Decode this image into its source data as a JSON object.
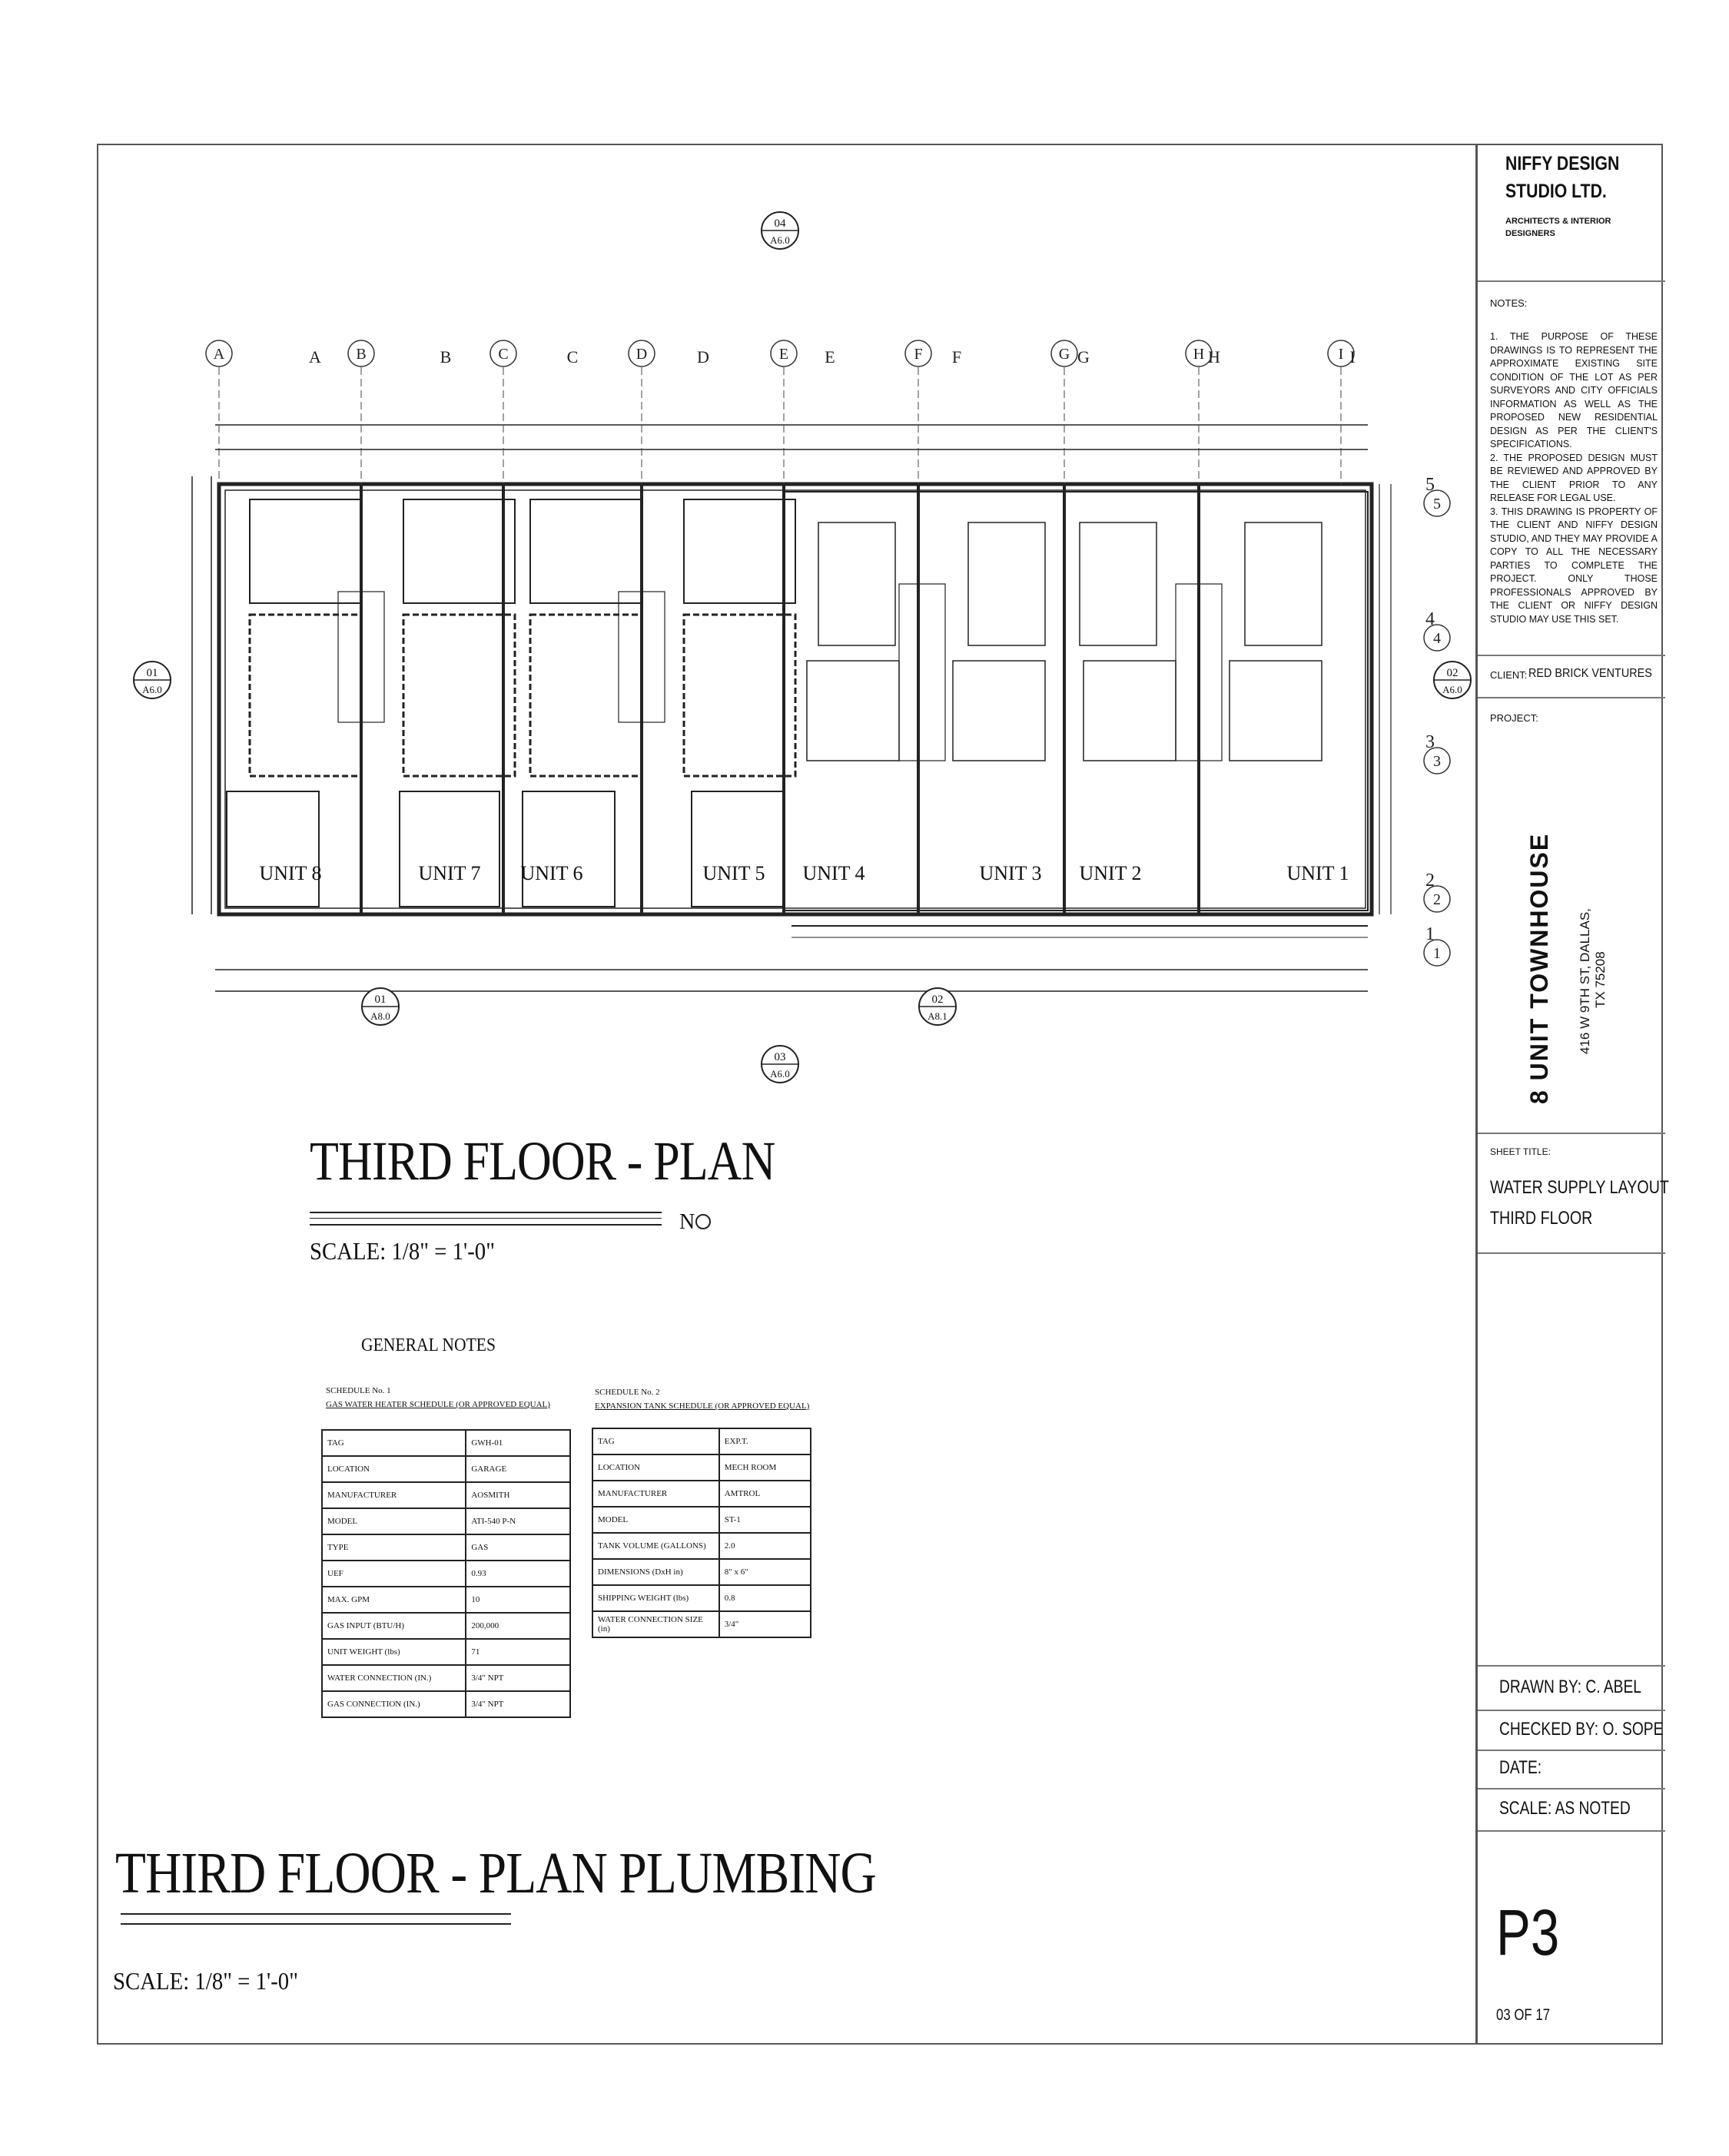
{
  "firm": {
    "name_line1": "NIFFY DESIGN",
    "name_line2": "STUDIO LTD.",
    "tagline_line1": "ARCHITECTS & INTERIOR",
    "tagline_line2": "DESIGNERS"
  },
  "notes": {
    "heading": "NOTES:",
    "items": [
      "1.    THE PURPOSE OF THESE DRAWINGS IS TO REPRESENT THE APPROXIMATE EXISTING SITE CONDITION OF THE LOT AS PER SURVEYORS AND CITY OFFICIALS INFORMATION AS WELL AS THE PROPOSED NEW RESIDENTIAL DESIGN AS PER THE CLIENT'S SPECIFICATIONS.",
      "2.    THE PROPOSED DESIGN MUST BE REVIEWED AND APPROVED BY THE CLIENT PRIOR TO ANY RELEASE FOR LEGAL USE.",
      "3.    THIS DRAWING IS PROPERTY OF THE CLIENT AND NIFFY DESIGN STUDIO, AND THEY MAY PROVIDE A COPY TO ALL THE NECESSARY PARTIES TO COMPLETE THE PROJECT. ONLY THOSE PROFESSIONALS APPROVED BY THE CLIENT OR NIFFY DESIGN STUDIO MAY USE THIS SET."
    ]
  },
  "client": {
    "label": "CLIENT:",
    "value": "RED BRICK VENTURES"
  },
  "project": {
    "label": "PROJECT:",
    "name": "8 UNIT TOWNHOUSE",
    "address_line1": "416 W 9TH ST, DALLAS,",
    "address_line2": "TX 75208"
  },
  "sheet_title": {
    "label": "SHEET TITLE:",
    "line1": "WATER SUPPLY LAYOUT",
    "line2": "THIRD FLOOR"
  },
  "drawn_by": "DRAWN BY: C. ABEL",
  "checked_by": "CHECKED BY: O. SOPE",
  "date": "DATE:",
  "scale_note": "SCALE: AS NOTED",
  "sheet_number": "P3",
  "sheet_count": "03 OF 17",
  "plan": {
    "grid_top": [
      {
        "bubble": "A",
        "letter": "A"
      },
      {
        "bubble": "B",
        "letter": "B"
      },
      {
        "bubble": "C",
        "letter": "C"
      },
      {
        "bubble": "D",
        "letter": "D"
      },
      {
        "bubble": "E",
        "letter": "E"
      },
      {
        "bubble": "F",
        "letter": "F"
      },
      {
        "bubble": "G",
        "letter": "G"
      },
      {
        "bubble": "H",
        "letter": "H"
      },
      {
        "bubble": "I",
        "letter": "I"
      }
    ],
    "grid_right": [
      "5",
      "4",
      "3",
      "2",
      "1"
    ],
    "units": [
      "UNIT 8",
      "UNIT 7",
      "UNIT 6",
      "UNIT 5",
      "UNIT 4",
      "UNIT 3",
      "UNIT 2",
      "UNIT 1"
    ],
    "callouts": {
      "top": {
        "num": "04",
        "ref": "A6.0"
      },
      "left": {
        "num": "01",
        "ref": "A6.0"
      },
      "right": {
        "num": "02",
        "ref": "A6.0"
      },
      "bottom": {
        "num": "03",
        "ref": "A6.0"
      },
      "sec1": {
        "num": "01",
        "ref": "A8.0"
      },
      "sec2": {
        "num": "02",
        "ref": "A8.1"
      }
    }
  },
  "drawing_title": "THIRD FLOOR - PLAN",
  "drawing_scale": "SCALE: 1/8\" = 1'-0\"",
  "north_label": "N",
  "general_notes_title": "GENERAL NOTES",
  "schedule1": {
    "number": "SCHEDULE No. 1",
    "title": "GAS WATER HEATER SCHEDULE (OR APPROVED EQUAL)",
    "rows": [
      [
        "TAG",
        "GWH-01"
      ],
      [
        "LOCATION",
        "GARAGE"
      ],
      [
        "MANUFACTURER",
        "AOSMITH"
      ],
      [
        "MODEL",
        "ATI-540 P-N"
      ],
      [
        "TYPE",
        "GAS"
      ],
      [
        "UEF",
        "0.93"
      ],
      [
        "MAX. GPM",
        "10"
      ],
      [
        "GAS INPUT (BTU/H)",
        "200,000"
      ],
      [
        "UNIT WEIGHT (lbs)",
        "71"
      ],
      [
        "WATER CONNECTION (IN.)",
        "3/4\" NPT"
      ],
      [
        "GAS CONNECTION (IN.)",
        "3/4\" NPT"
      ]
    ]
  },
  "schedule2": {
    "number": "SCHEDULE No. 2",
    "title": "EXPANSION TANK SCHEDULE (OR APPROVED EQUAL)",
    "rows": [
      [
        "TAG",
        "EXP.T."
      ],
      [
        "LOCATION",
        "MECH ROOM"
      ],
      [
        "MANUFACTURER",
        "AMTROL"
      ],
      [
        "MODEL",
        "ST-1"
      ],
      [
        "TANK VOLUME (GALLONS)",
        "2.0"
      ],
      [
        "DIMENSIONS (DxH in)",
        "8\" x 6\""
      ],
      [
        "SHIPPING WEIGHT (lbs)",
        "0.8"
      ],
      [
        "WATER CONNECTION SIZE (in)",
        "3/4\""
      ]
    ]
  },
  "sheet_main_title": "THIRD FLOOR - PLAN PLUMBING",
  "sheet_main_scale": "SCALE: 1/8\" = 1'-0\""
}
